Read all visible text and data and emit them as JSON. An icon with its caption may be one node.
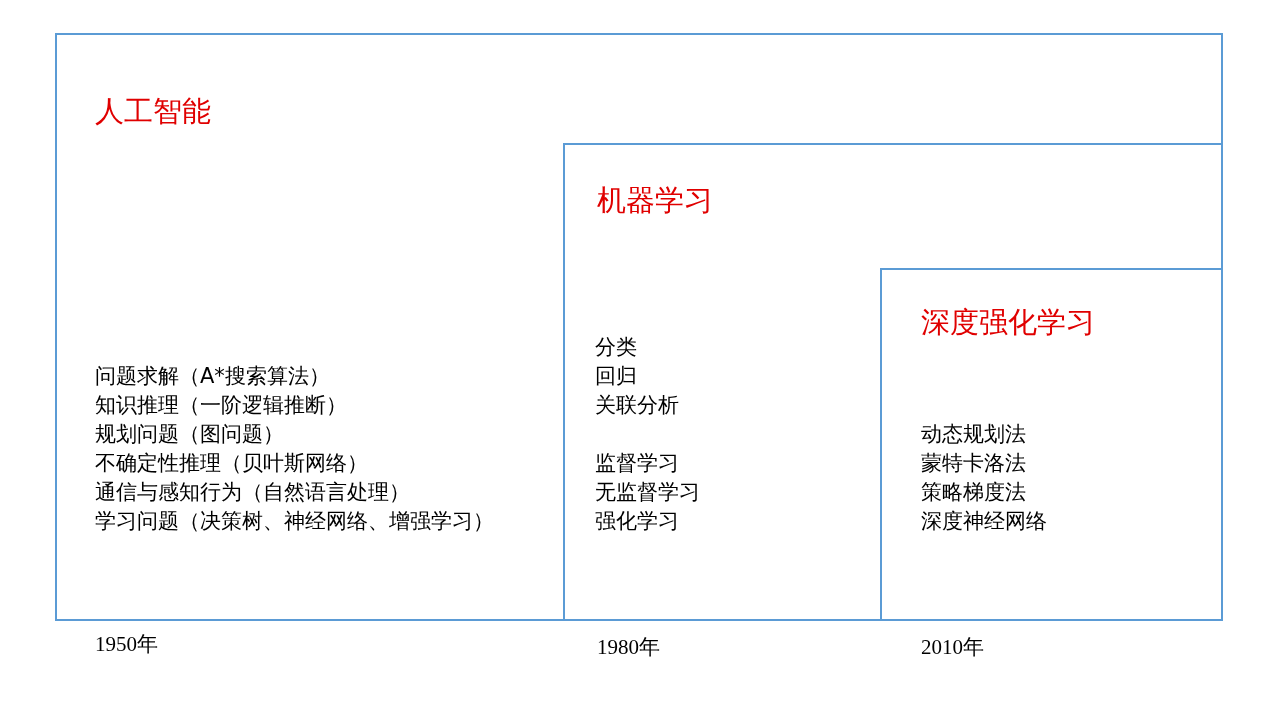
{
  "diagram": {
    "nodes": [
      {
        "text": [
          "人工智能",
          "问题求解（A*搜索算法）",
          "知识推理（一阶逻辑推断）",
          "规划问题（图问题）",
          "不确定性推理（贝叶斯网络）",
          "通信与感知行为（自然语言处理）",
          "学习问题（决策树、神经网络、增强学习）"
        ],
        "beside": [
          "1950年"
        ]
      },
      {
        "text": [
          "机器学习",
          "分类",
          "回归",
          "关联分析",
          "监督学习",
          "无监督学习",
          "强化学习"
        ],
        "beside": [
          "1980年"
        ],
        "in": 0
      },
      {
        "text": [
          "深度强化学习",
          "动态规划法",
          "蒙特卡洛法",
          "策略梯度法",
          "深度神经网络"
        ],
        "beside": [
          "2010年"
        ],
        "in": 1
      }
    ]
  }
}
